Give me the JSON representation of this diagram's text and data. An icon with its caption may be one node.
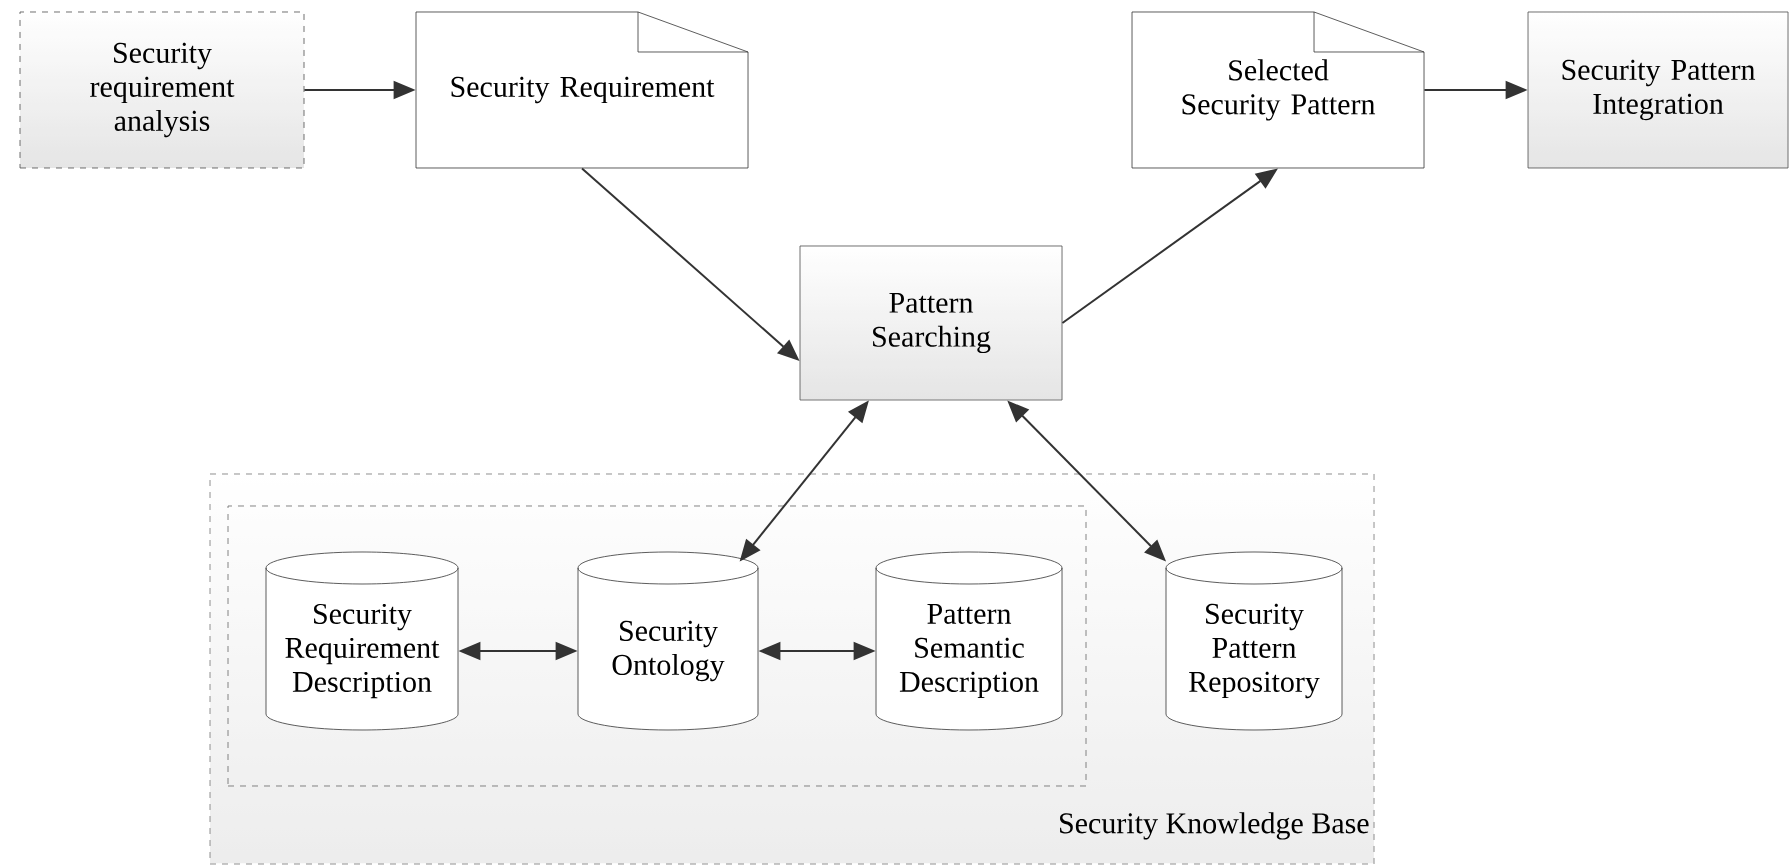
{
  "diagram": {
    "nodes": [
      {
        "text": [
          "Security requirement analysis"
        ]
      },
      {
        "text": [
          "Security Requirement"
        ]
      },
      {
        "text": [
          "Selected Security Pattern"
        ]
      },
      {
        "text": [
          "Security Pattern Integration"
        ]
      },
      {
        "text": [
          "Pattern Searching"
        ]
      },
      {
        "text": [
          "Security Knowledge Base"
        ]
      },
      {
        "text": [],
        "shape": "box",
        "in": 5
      },
      {
        "text": [
          "Security Requirement Description"
        ],
        "in": 6
      },
      {
        "text": [
          "Security Ontology"
        ],
        "in": 6
      },
      {
        "text": [
          "Pattern Semantic Description"
        ],
        "in": 6
      },
      {
        "text": [
          "Security Pattern Repository"
        ],
        "in": 5
      }
    ],
    "edges": [
      {
        "from": 0,
        "to": 1,
        "arrow": "to"
      },
      {
        "from": 1,
        "to": 4,
        "arrow": "to"
      },
      {
        "from": 4,
        "to": 2,
        "arrow": "to"
      },
      {
        "from": 2,
        "to": 3,
        "arrow": "to"
      },
      {
        "from": 4,
        "to": 8,
        "arrow": "both"
      },
      {
        "from": 4,
        "to": 10,
        "arrow": "both"
      },
      {
        "from": 7,
        "to": 8,
        "arrow": "both"
      },
      {
        "from": 8,
        "to": 9,
        "arrow": "both"
      }
    ]
  }
}
